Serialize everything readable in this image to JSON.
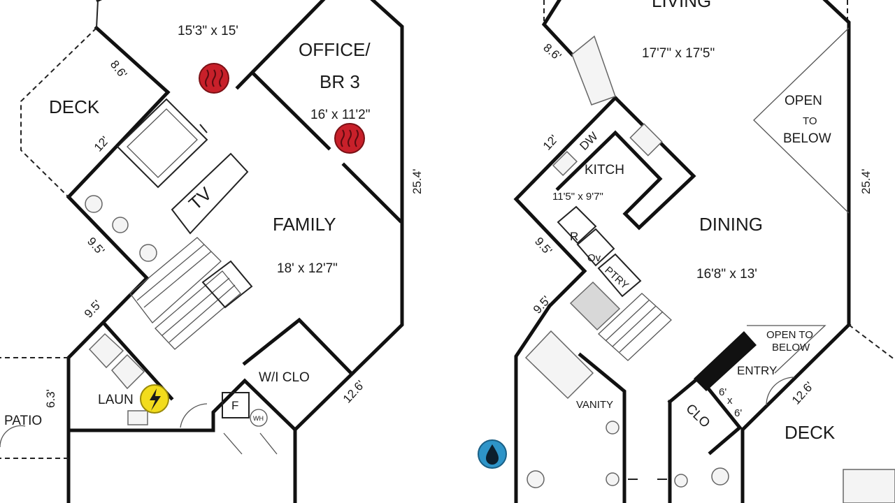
{
  "left_plan": {
    "rooms": {
      "top_room_dims": "15'3\" x 15'",
      "office_line1": "OFFICE/",
      "office_line2": "BR 3",
      "office_dims": "16' x 11'2\"",
      "deck": "DECK",
      "tv": "TV",
      "family": "FAMILY",
      "family_dims": "18' x 12'7\"",
      "wi_clo": "W/I CLO",
      "laundry": "LAUN",
      "patio": "PATIO",
      "f": "F",
      "wh": "WH"
    },
    "dims": {
      "d86": "8.6'",
      "d12": "12'",
      "d95a": "9.5'",
      "d95b": "9.5'",
      "d254": "25.4'",
      "d126": "12.6'",
      "d63": "6.3'"
    }
  },
  "right_plan": {
    "rooms": {
      "living": "LIVING",
      "living_dims": "17'7\" x 17'5\"",
      "open_to": "OPEN",
      "to": "TO",
      "below": "BELOW",
      "dw": "DW",
      "kitch": "KITCH",
      "kitch_dims": "11'5\" x 9'7\"",
      "dining": "DINING",
      "dining_dims": "16'8\" x 13'",
      "r": "R",
      "ov": "Ov",
      "ptry": "PTRY",
      "open_to_below_1": "OPEN TO",
      "open_to_below_2": "BELOW",
      "entry": "ENTRY",
      "vanity": "VANITY",
      "clo": "CLO",
      "clo_6a": "6'",
      "clo_x": "x",
      "clo_6b": "6'",
      "deck": "DECK"
    },
    "dims": {
      "d86": "8.6'",
      "d12": "12'",
      "d95a": "9.5'",
      "d95b": "9.5'",
      "d254": "25.4'",
      "d126": "12.6'"
    }
  },
  "markers": {
    "heater_color": "#c8202a",
    "electric_color": "#f2dc1c",
    "water_color": "#2e94c8"
  }
}
